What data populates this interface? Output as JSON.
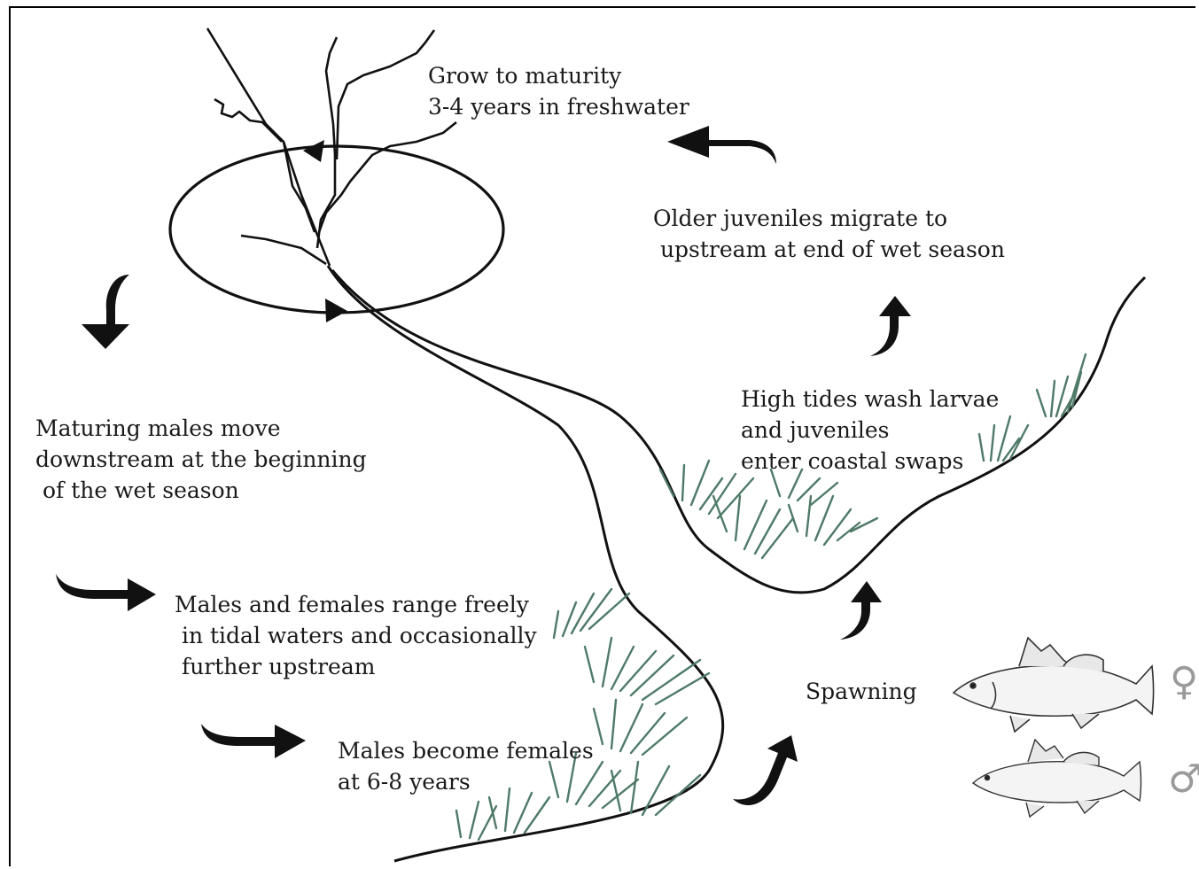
{
  "labels": {
    "grow": "Grow to maturity\n3-4 years in freshwater",
    "older": "Older juveniles migrate to\n upstream at end of wet season",
    "tides": "High tides wash larvae\nand juveniles\nenter coastal swaps",
    "maturing": "Maturing males move\ndownstream at the beginning\n of the wet season",
    "range": "Males and females range freely\n in tidal waters and occasionally\n further upstream",
    "become": "Males become females\nat 6-8 years",
    "spawning": "Spawning"
  },
  "symbols": {
    "female": "♀",
    "male": "♂"
  },
  "colors": {
    "ink": "#111111",
    "grass": "#4f7a68",
    "symbol": "#9a9a9a"
  }
}
